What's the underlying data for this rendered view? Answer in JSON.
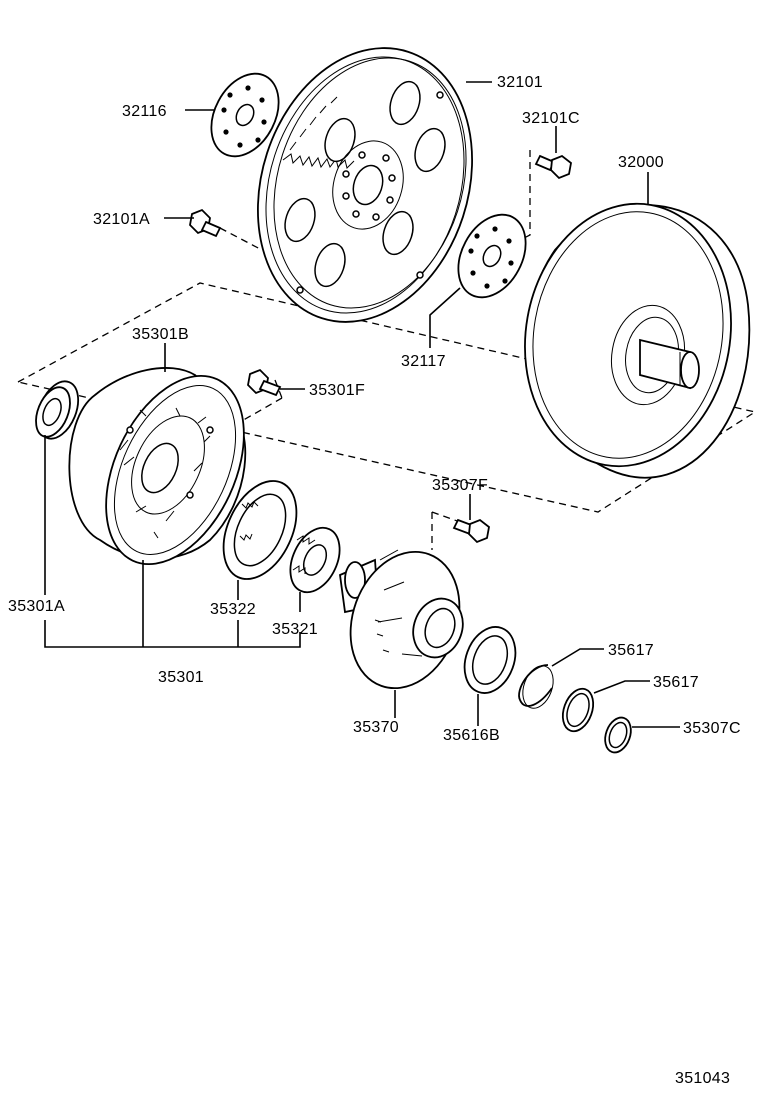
{
  "diagram_id": "351043",
  "labels": {
    "32101": "32101",
    "32116": "32116",
    "32101C": "32101C",
    "32000": "32000",
    "32101A": "32101A",
    "32117": "32117",
    "35301B": "35301B",
    "35301F": "35301F",
    "35307F": "35307F",
    "35301A": "35301A",
    "35322": "35322",
    "35321": "35321",
    "35301": "35301",
    "35617_a": "35617",
    "35617_b": "35617",
    "35370": "35370",
    "35616B": "35616B",
    "35307C": "35307C"
  }
}
